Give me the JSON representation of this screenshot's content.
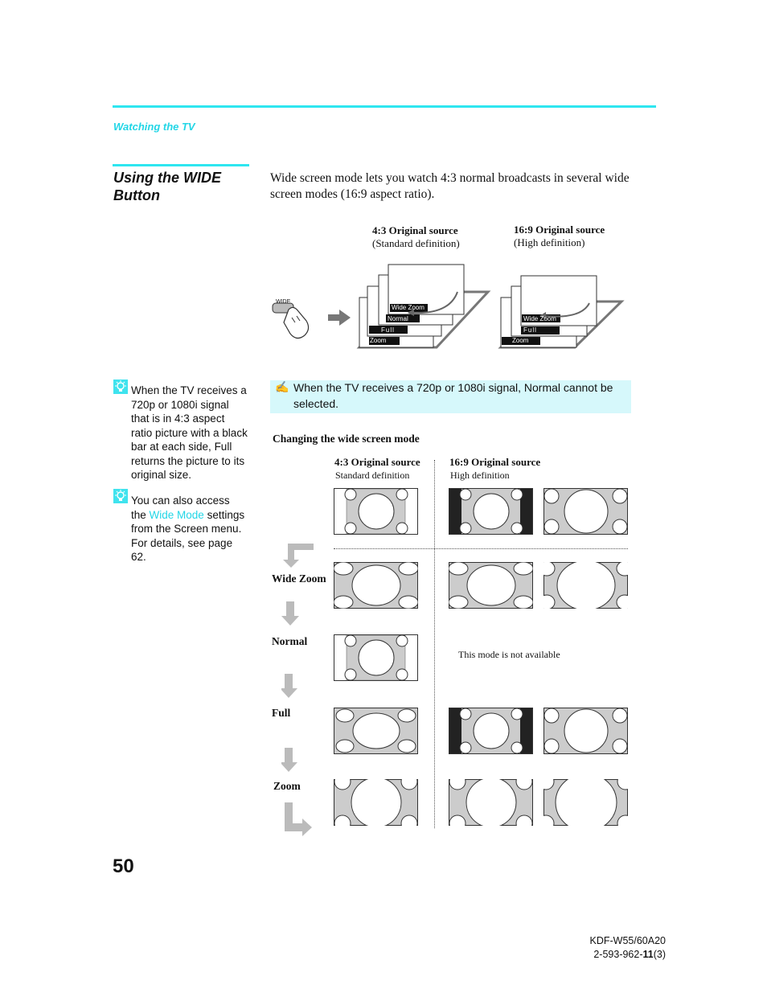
{
  "header": {
    "section": "Watching the TV"
  },
  "title": "Using the WIDE Button",
  "intro": "Wide screen mode lets you watch 4:3 normal broadcasts in several wide screen modes (16:9 aspect ratio).",
  "diagram": {
    "left_title": "4:3 Original source",
    "left_sub": "(Standard definition)",
    "right_title": "16:9 Original source",
    "right_sub": "(High definition)",
    "button_label": "WIDE",
    "left_labels": [
      "Wide Zoom",
      "Normal",
      "Full",
      "Zoom"
    ],
    "right_labels": [
      "Wide Zoom",
      "Full",
      "Zoom"
    ]
  },
  "tips": [
    {
      "text": "When the TV receives a 720p or 1080i signal that is in 4:3 aspect ratio picture with a black bar at each side, Full returns the picture to its original size."
    },
    {
      "pre": "You can also access the ",
      "link": "Wide Mode",
      "post": " settings from the Screen menu. For details, see page 62."
    }
  ],
  "note": "When the TV receives a 720p or 1080i signal, Normal cannot be selected.",
  "table": {
    "heading": "Changing the wide screen mode",
    "col1_title": "4:3 Original source",
    "col1_sub": "Standard definition",
    "col2_title": "16:9 Original source",
    "col2_sub": "High definition",
    "modes": [
      "Wide Zoom",
      "Normal",
      "Full",
      "Zoom"
    ],
    "not_available": "This mode is not available"
  },
  "page_number": "50",
  "footer": {
    "model": "KDF-W55/60A20",
    "code_pre": "2-593-962-",
    "code_bold": "11",
    "code_post": "(3)"
  }
}
